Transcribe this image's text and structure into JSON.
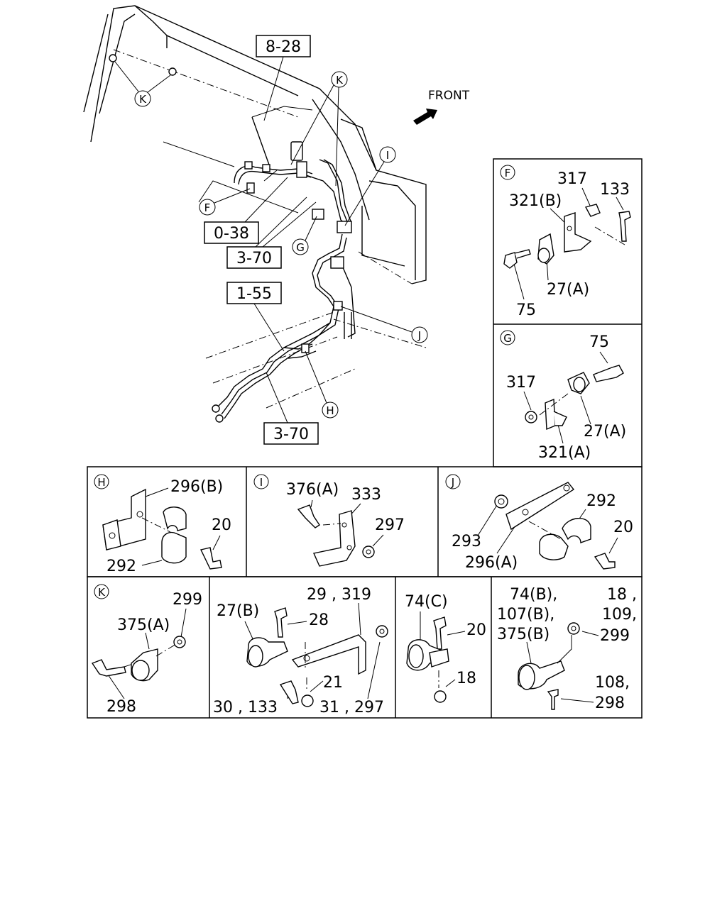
{
  "overview": {
    "front_label": "FRONT",
    "refs": [
      "8-28",
      "0-38",
      "3-70",
      "1-55",
      "3-70"
    ],
    "callouts": [
      "K",
      "K",
      "F",
      "G",
      "I",
      "J",
      "H"
    ]
  },
  "panels": {
    "F": {
      "letter": "F",
      "labels": [
        "317",
        "133",
        "321(B)",
        "27(A)",
        "75"
      ]
    },
    "G": {
      "letter": "G",
      "labels": [
        "75",
        "317",
        "27(A)",
        "321(A)"
      ]
    },
    "H": {
      "letter": "H",
      "labels": [
        "296(B)",
        "20",
        "292"
      ]
    },
    "I": {
      "letter": "I",
      "labels": [
        "376(A)",
        "333",
        "297"
      ]
    },
    "J": {
      "letter": "J",
      "labels": [
        "292",
        "20",
        "293",
        "296(A)"
      ]
    },
    "K": {
      "letter": "K",
      "labels": [
        "299",
        "375(A)",
        "298"
      ]
    },
    "P5": {
      "labels": [
        "29 , 319",
        "27(B)",
        "28",
        "21",
        "30 , 133",
        "31 , 297"
      ]
    },
    "P6": {
      "labels": [
        "74(C)",
        "20",
        "18"
      ]
    },
    "P7": {
      "labels": [
        "74(B),",
        "18 ,",
        "107(B),",
        "109,",
        "375(B)",
        "299",
        "108,",
        "298"
      ]
    }
  }
}
